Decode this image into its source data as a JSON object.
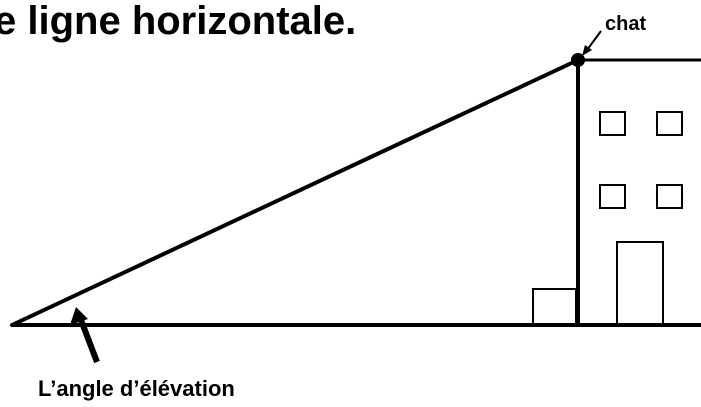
{
  "heading": "e ligne horizontale.",
  "labels": {
    "cat": "chat",
    "angle": "L’angle d’élévation"
  },
  "colors": {
    "ink": "#000000",
    "background": "#ffffff"
  },
  "building": {
    "window_count": 4,
    "door_count": 1
  }
}
